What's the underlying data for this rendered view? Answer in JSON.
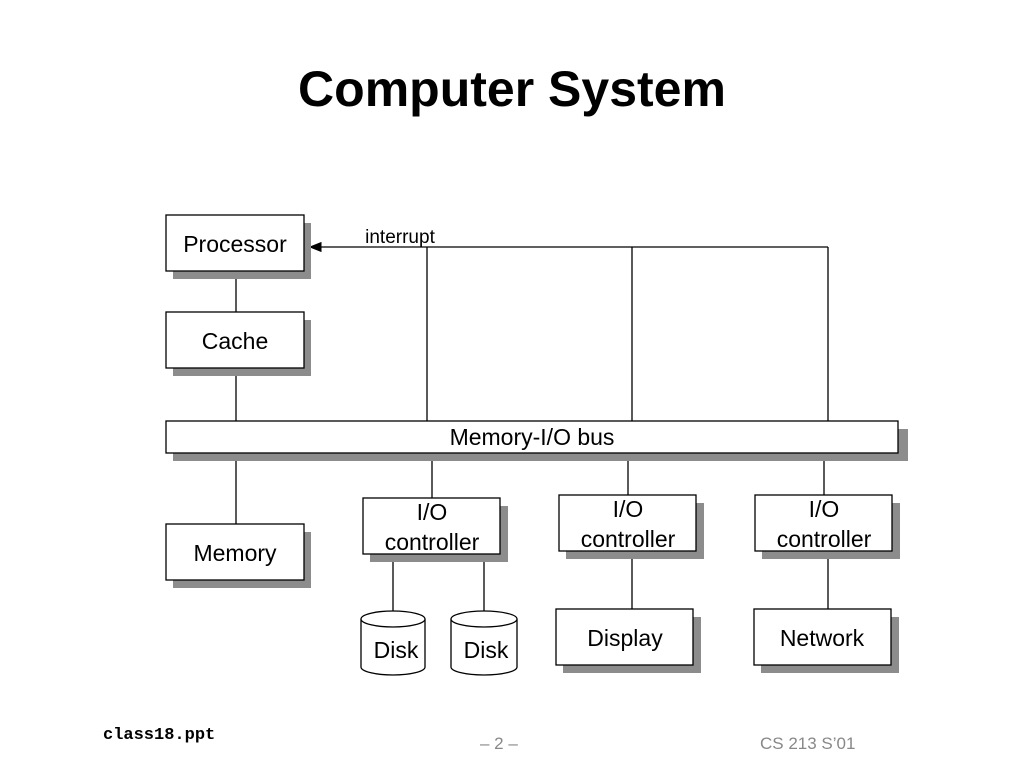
{
  "slide": {
    "title": "Computer System"
  },
  "diagram": {
    "processor": "Processor",
    "cache": "Cache",
    "interrupt": "interrupt",
    "bus": "Memory-I/O bus",
    "memory": "Memory",
    "io_controller_line1": "I/O",
    "io_controller_line2": "controller",
    "disk": "Disk",
    "display": "Display",
    "network": "Network"
  },
  "footer": {
    "filename": "class18.ppt",
    "page": "– 2 –",
    "course": "CS 213 S’01"
  },
  "colors": {
    "box_fill": "#ffffff",
    "box_stroke": "#000000",
    "shadow": "#8c8c8c",
    "footer_text": "#888888"
  }
}
